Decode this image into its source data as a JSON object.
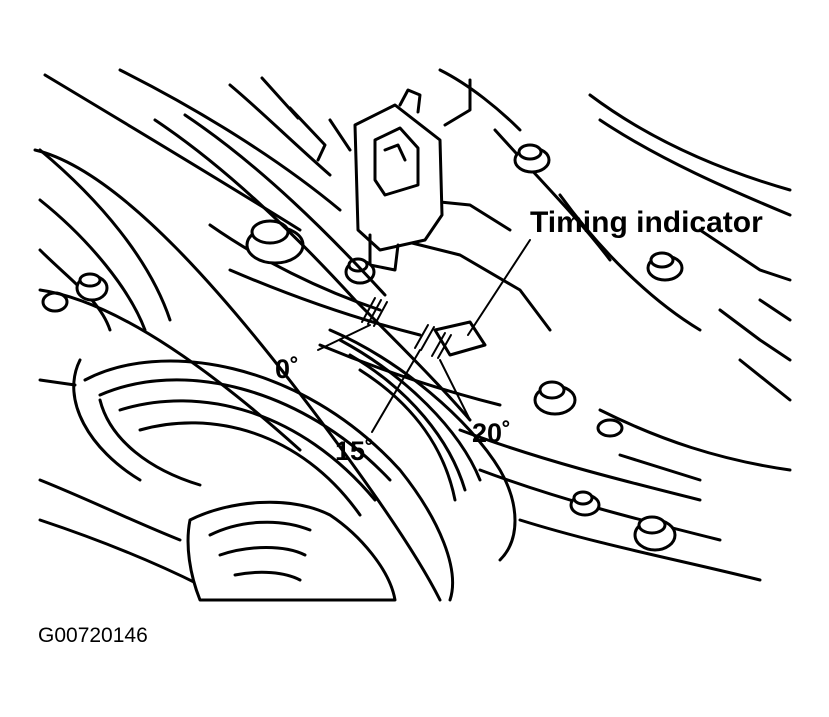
{
  "labels": {
    "timing_indicator": "Timing indicator",
    "deg_0": "0˚",
    "deg_15": "15˚",
    "deg_20": "20˚"
  },
  "figure_id": "G00720146"
}
